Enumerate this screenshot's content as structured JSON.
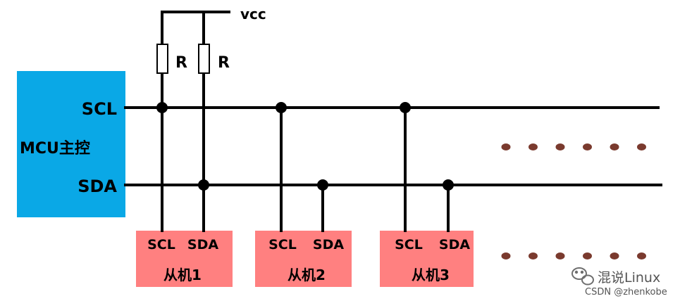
{
  "colors": {
    "mcu_fill": "#0aa8e6",
    "slave_fill": "#ff8080",
    "wire": "#000000",
    "dots": "#7a3a2e",
    "watermark": "#555555",
    "watermark_icon": "#6e6e6e"
  },
  "power": {
    "label": "vcc"
  },
  "resistors": [
    {
      "label": "R"
    },
    {
      "label": "R"
    }
  ],
  "mcu": {
    "name": "MCU主控",
    "scl_label": "SCL",
    "sda_label": "SDA"
  },
  "slaves": [
    {
      "name": "从机1",
      "scl_label": "SCL",
      "sda_label": "SDA"
    },
    {
      "name": "从机2",
      "scl_label": "SCL",
      "sda_label": "SDA"
    },
    {
      "name": "从机3",
      "scl_label": "SCL",
      "sda_label": "SDA"
    }
  ],
  "continuation": {
    "rows": 2,
    "dots_per_row": 6
  },
  "watermark": {
    "title": "混说Linux",
    "credit": "CSDN @zhenkobe",
    "icon": "wechat-icon"
  }
}
